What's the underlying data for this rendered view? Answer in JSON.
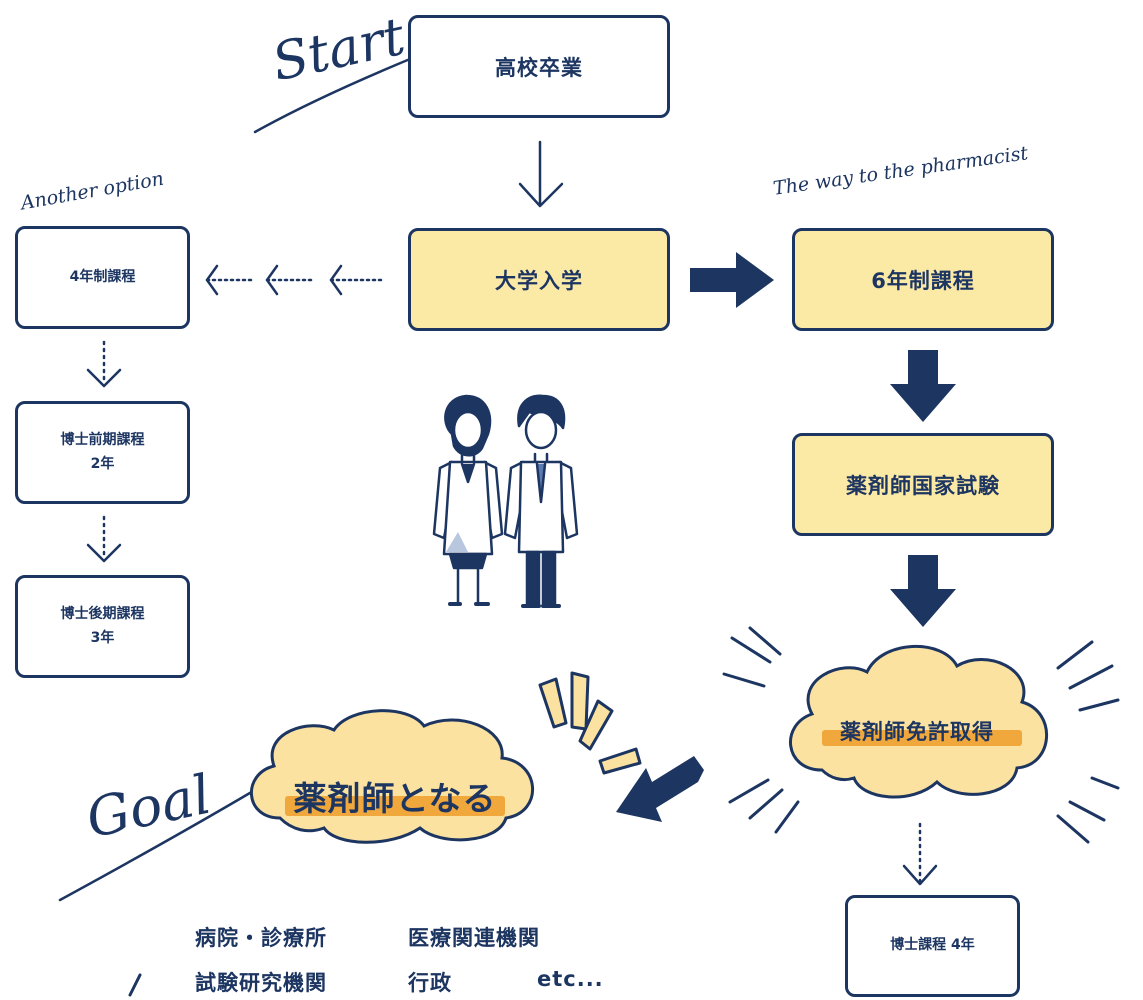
{
  "start_label": "Start",
  "goal_label": "Goal",
  "another_option_label": "Another option",
  "way_label": "The way to the pharmacist",
  "nodes": {
    "high_school": "高校卒業",
    "university": "大学入学",
    "six_year": "6年制課程",
    "national_exam": "薬剤師国家試験",
    "license": "薬剤師免許取得",
    "goal": "薬剤師となる",
    "four_year": "4年制課程",
    "masters_line1": "博士前期課程",
    "masters_line2": "2年",
    "doctoral_line1": "博士後期課程",
    "doctoral_line2": "3年",
    "phd": "博士課程 4年"
  },
  "destinations": [
    "病院・診療所",
    "医療関連機関",
    "試験研究機関",
    "行政",
    "etc..."
  ],
  "colors": {
    "navy": "#1c3561",
    "box_fill": "#fbe9a6",
    "cloud_fill": "#fbe2a0",
    "highlight": "#f0a73c"
  },
  "icons": [
    "pharmacist-woman-icon",
    "pharmacist-man-icon"
  ]
}
